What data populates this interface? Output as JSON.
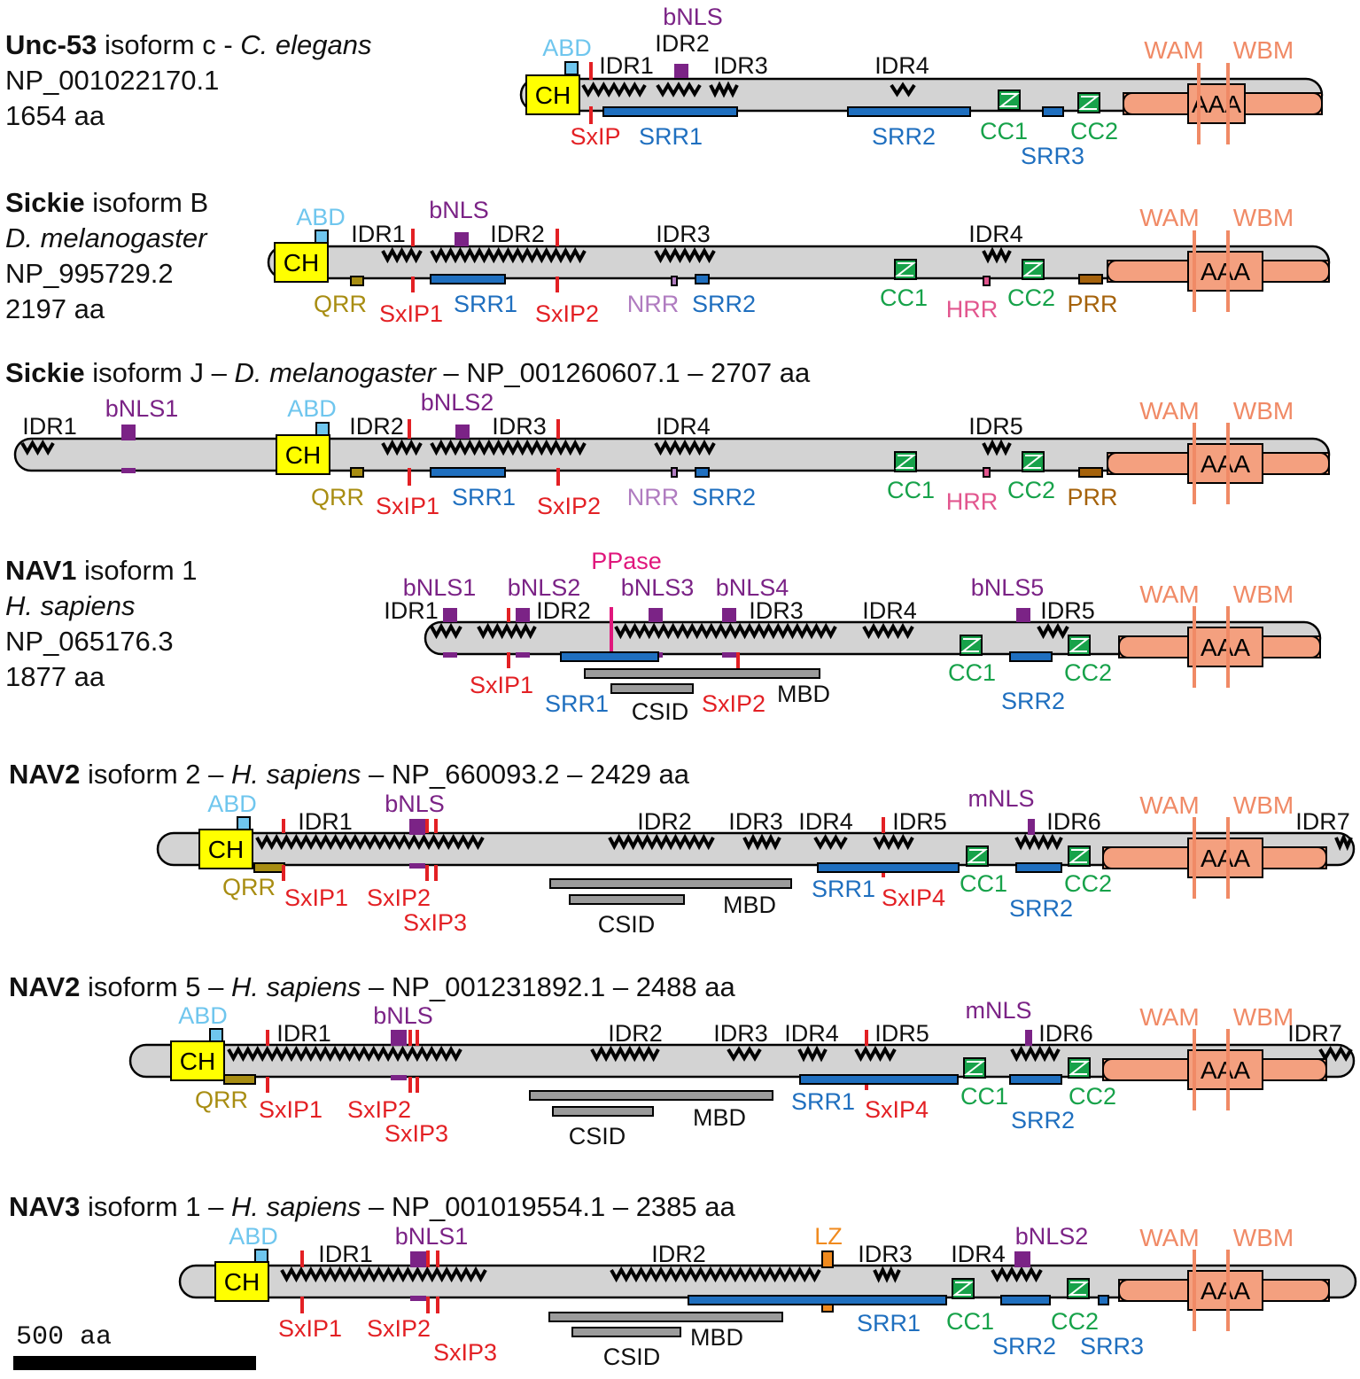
{
  "proteins": [
    {
      "id": "unc53",
      "title": {
        "name": "Unc-53",
        "isoform": " isoform c - ",
        "species": "C. elegans",
        "accession": "NP_001022170.1",
        "length": "1654 aa"
      },
      "domains": {
        "ch": "CH",
        "abd": "ABD",
        "aaa": "AAA",
        "wam": "WAM",
        "wbm": "WBM"
      },
      "idrs": [
        "IDR1",
        "IDR2",
        "IDR3",
        "IDR4"
      ],
      "nls": [
        "bNLS"
      ],
      "sxip": [
        "SxIP"
      ],
      "srr": [
        "SRR1",
        "SRR2",
        "SRR3"
      ],
      "cc": [
        "CC1",
        "CC2"
      ]
    },
    {
      "id": "sickieB",
      "title": {
        "name": "Sickie",
        "isoform": " isoform B",
        "species": "D. melanogaster",
        "accession": "NP_995729.2",
        "length": "2197 aa"
      },
      "domains": {
        "ch": "CH",
        "abd": "ABD",
        "aaa": "AAA",
        "wam": "WAM",
        "wbm": "WBM",
        "qrr": "QRR",
        "nrr": "NRR",
        "hrr": "HRR",
        "prr": "PRR"
      },
      "idrs": [
        "IDR1",
        "IDR2",
        "IDR3",
        "IDR4"
      ],
      "nls": [
        "bNLS"
      ],
      "sxip": [
        "SxIP1",
        "SxIP2"
      ],
      "srr": [
        "SRR1",
        "SRR2"
      ],
      "cc": [
        "CC1",
        "CC2"
      ]
    },
    {
      "id": "sickieJ",
      "title": {
        "name": "Sickie",
        "isoform": " isoform J – ",
        "species": "D. melanogaster",
        "rest": " – NP_001260607.1 – 2707 aa"
      },
      "domains": {
        "ch": "CH",
        "abd": "ABD",
        "aaa": "AAA",
        "wam": "WAM",
        "wbm": "WBM",
        "qrr": "QRR",
        "nrr": "NRR",
        "hrr": "HRR",
        "prr": "PRR"
      },
      "idrs": [
        "IDR1",
        "IDR2",
        "IDR3",
        "IDR4",
        "IDR5"
      ],
      "nls": [
        "bNLS1",
        "bNLS2"
      ],
      "sxip": [
        "SxIP1",
        "SxIP2"
      ],
      "srr": [
        "SRR1",
        "SRR2"
      ],
      "cc": [
        "CC1",
        "CC2"
      ]
    },
    {
      "id": "nav1",
      "title": {
        "name": "NAV1",
        "isoform": " isoform 1",
        "species": "H. sapiens",
        "accession": "NP_065176.3",
        "length": "1877 aa"
      },
      "domains": {
        "aaa": "AAA",
        "wam": "WAM",
        "wbm": "WBM",
        "ppase": "PPase",
        "csid": "CSID",
        "mbd": "MBD"
      },
      "idrs": [
        "IDR1",
        "IDR2",
        "IDR3",
        "IDR4",
        "IDR5"
      ],
      "nls": [
        "bNLS1",
        "bNLS2",
        "bNLS3",
        "bNLS4",
        "bNLS5"
      ],
      "sxip": [
        "SxIP1",
        "SxIP2"
      ],
      "srr": [
        "SRR1",
        "SRR2"
      ],
      "cc": [
        "CC1",
        "CC2"
      ]
    },
    {
      "id": "nav2i2",
      "title": {
        "name": "NAV2",
        "isoform": " isoform 2 – ",
        "species": "H. sapiens",
        "rest": " – NP_660093.2 – 2429 aa"
      },
      "domains": {
        "ch": "CH",
        "abd": "ABD",
        "aaa": "AAA",
        "wam": "WAM",
        "wbm": "WBM",
        "qrr": "QRR",
        "csid": "CSID",
        "mbd": "MBD"
      },
      "idrs": [
        "IDR1",
        "IDR2",
        "IDR3",
        "IDR4",
        "IDR5",
        "IDR6",
        "IDR7"
      ],
      "nls": [
        "bNLS",
        "mNLS"
      ],
      "sxip": [
        "SxIP1",
        "SxIP2",
        "SxIP3",
        "SxIP4"
      ],
      "srr": [
        "SRR1",
        "SRR2"
      ],
      "cc": [
        "CC1",
        "CC2"
      ]
    },
    {
      "id": "nav2i5",
      "title": {
        "name": "NAV2",
        "isoform": " isoform 5 – ",
        "species": "H. sapiens",
        "rest": " – NP_001231892.1 – 2488 aa"
      },
      "domains": {
        "ch": "CH",
        "abd": "ABD",
        "aaa": "AAA",
        "wam": "WAM",
        "wbm": "WBM",
        "qrr": "QRR",
        "csid": "CSID",
        "mbd": "MBD"
      },
      "idrs": [
        "IDR1",
        "IDR2",
        "IDR3",
        "IDR4",
        "IDR5",
        "IDR6",
        "IDR7"
      ],
      "nls": [
        "bNLS",
        "mNLS"
      ],
      "sxip": [
        "SxIP1",
        "SxIP2",
        "SxIP3",
        "SxIP4"
      ],
      "srr": [
        "SRR1",
        "SRR2"
      ],
      "cc": [
        "CC1",
        "CC2"
      ]
    },
    {
      "id": "nav3",
      "title": {
        "name": "NAV3",
        "isoform": " isoform 1 – ",
        "species": "H. sapiens",
        "rest": " – NP_001019554.1 – 2385 aa"
      },
      "domains": {
        "ch": "CH",
        "abd": "ABD",
        "aaa": "AAA",
        "wam": "WAM",
        "wbm": "WBM",
        "lz": "LZ",
        "csid": "CSID",
        "mbd": "MBD"
      },
      "idrs": [
        "IDR1",
        "IDR2",
        "IDR3",
        "IDR4"
      ],
      "nls": [
        "bNLS1",
        "bNLS2"
      ],
      "sxip": [
        "SxIP1",
        "SxIP2",
        "SxIP3"
      ],
      "srr": [
        "SRR1",
        "SRR2",
        "SRR3"
      ],
      "cc": [
        "CC1",
        "CC2"
      ]
    }
  ],
  "scale_bar": {
    "label": "500 aa",
    "value_aa": 500
  },
  "colors": {
    "backbone": "#d3d3d3",
    "ch": "#ffff00",
    "abd": "#6fc6ee",
    "aaa": "#f4a07f",
    "wam_wbm": "#f08a66",
    "nls": "#7b2386",
    "sxip": "#e32024",
    "srr": "#1f6fbf",
    "cc": "#17a24a",
    "qrr": "#a88d12",
    "nrr": "#b07cc0",
    "hrr": "#e2568e",
    "prr": "#a5620b",
    "ppase": "#e0177c",
    "lz": "#f08a1e",
    "csid_mbd": "#9b9b9b"
  }
}
